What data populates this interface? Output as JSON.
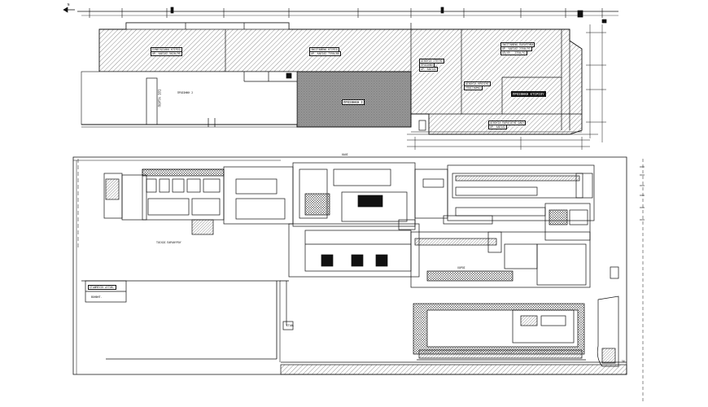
{
  "drawing": {
    "top_plan_labels": {
      "left_building": [
        "ΣΥΝΕΓΑΣΙΑΚΟ ΚΤΙΡΙΟ",
        "ΑΡ. ΑΔΕΙΑΣ 5020/99"
      ],
      "center_building": [
        "ΥΦΙΣΤΑΜΕΝΟ ΚΤΙΡΙΟ",
        "ΑΡ. ΑΔΕΙΑΣ 7350/88"
      ],
      "right_building": [
        "ΥΦΙΣΤΑΜΕΝΟ ΠΑΡΑΡΤΗΜΑ",
        "ΑΡ. ΑΔΕΙΑΣ 2350/97",
        "ΑΠ/49 - 2350/97"
      ],
      "mid_right_block": [
        "ΑΙΘΟΥΣΑ ΣΤΕΓΗΣ",
        "ΠΡΟΣΘΗΚΗ",
        "ΑΡ. ΑΔΕΙΑΣ"
      ],
      "center_right_small": [
        "ΑΙΘΟΥΣΑ ΚΡΟΥΣΗΣ",
        "ΥΠΟΣΤΑΘΜΟΣ"
      ],
      "dark_band": "ΠΡΟΣΘΗΚΗ ΚΤΙΡΙΟΥ",
      "bottom_right": [
        "ΑΙΘΟΥΣΑ ΠΑΡΑΓΩΓΗΣ ΟΔΟΥ",
        "ΑΡ. ΑΔΕΙΑΣ"
      ],
      "hatched_square": "ΠΡΟΣΘΗΚΗ Ι",
      "left_small_box": "ΠΡΟΣΘΗΚΗ 2",
      "gate": "ΠΟΡΤΑ 101",
      "top_dim": "Ν"
    },
    "bottom_plan_labels": {
      "label_left": "ΤΟΙΧΟΣ ΠΑΡΑΘΥΡΟΥ",
      "label_parking_a": "ΣΤΑΘΜΕΥΣΗ ΑΥΤΟΚ.",
      "label_parking_b": "ΒΟΗΘΗΤ.",
      "label_mid": "ΧΩΡΟΣ",
      "label_right_mark": "56",
      "top_road_label": "ΟΔΟΣ",
      "small_center": "ΣΤΑΘ."
    }
  }
}
